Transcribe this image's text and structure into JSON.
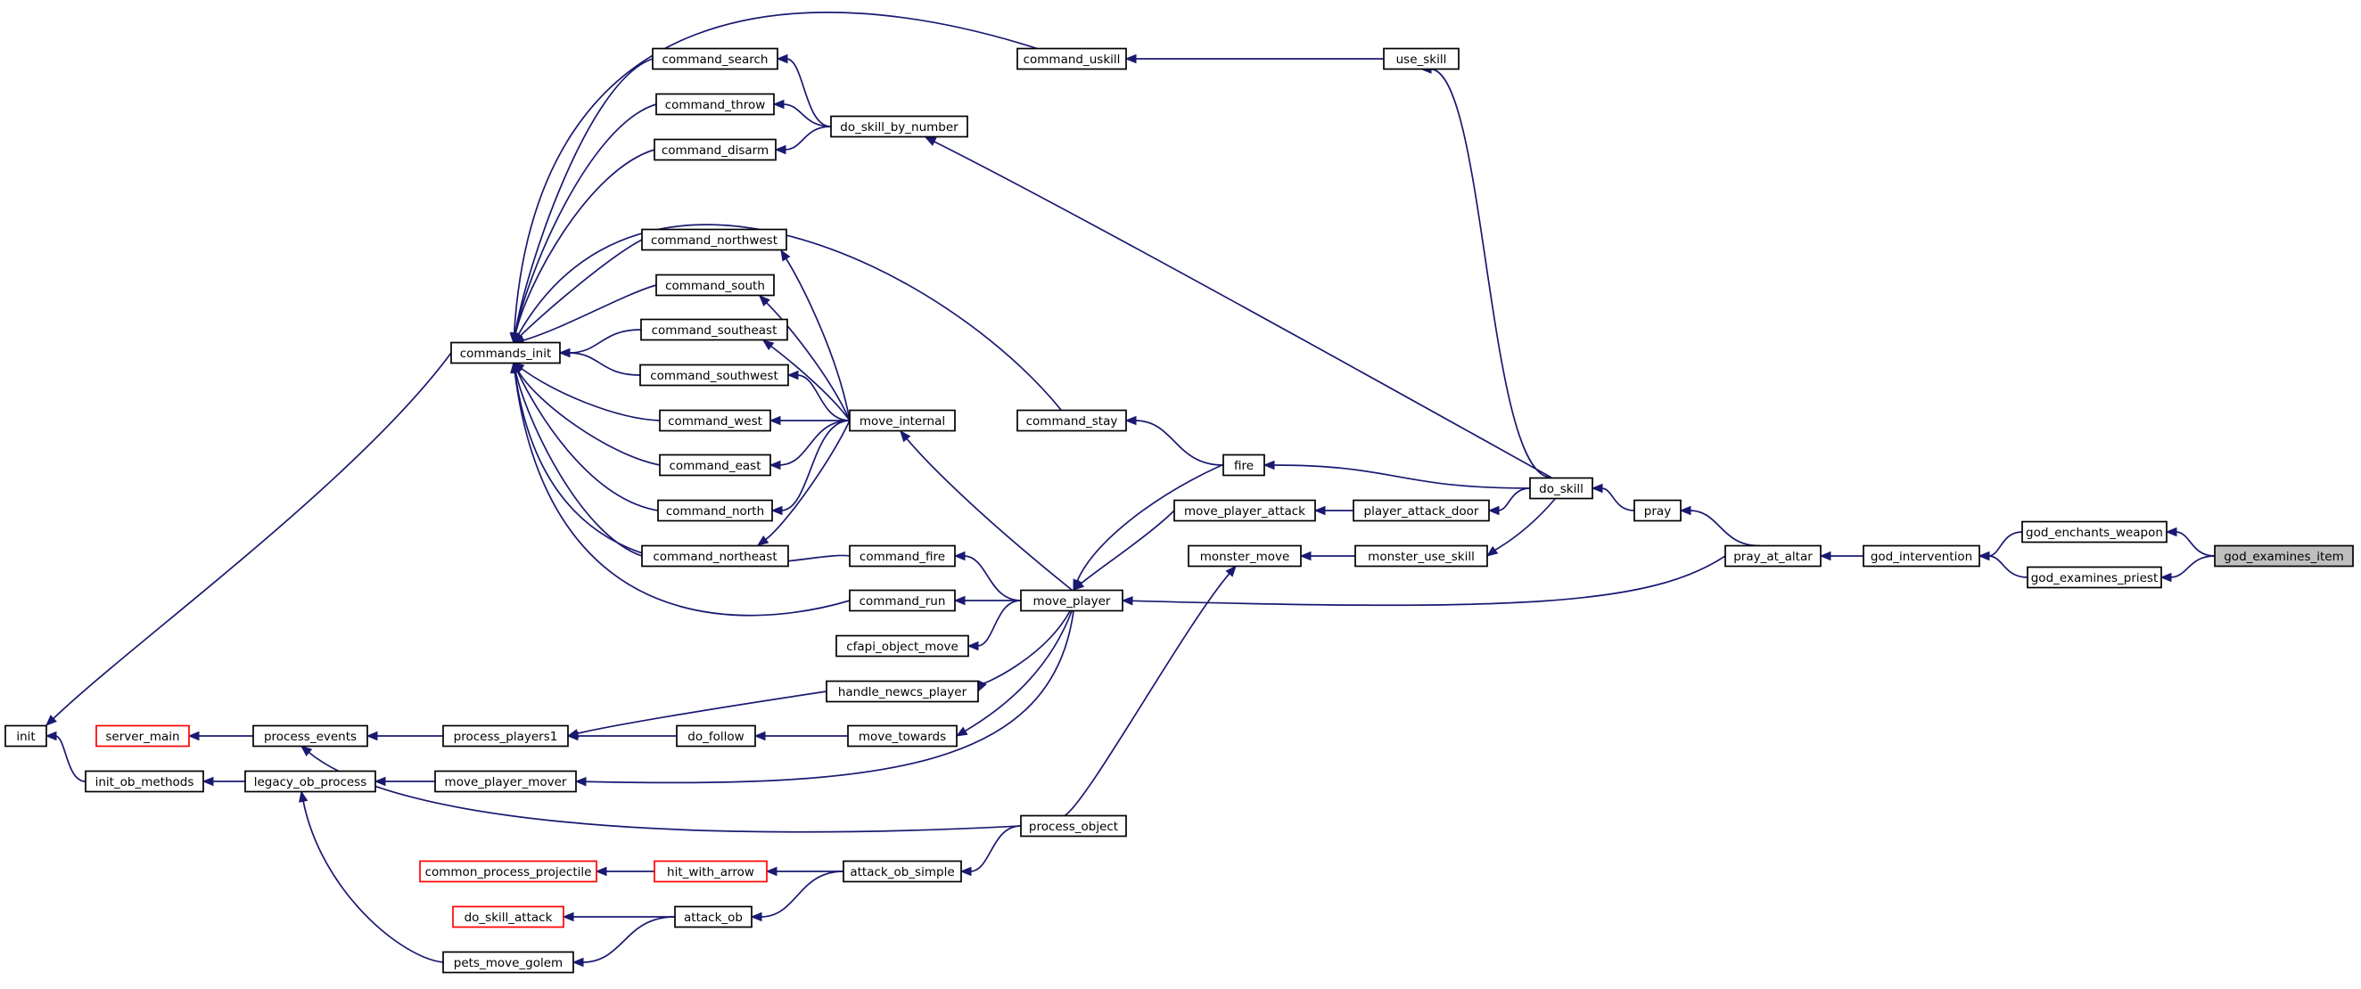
{
  "nodes": {
    "god_examines_item": "god_examines_item",
    "god_enchants_weapon": "god_enchants_weapon",
    "god_examines_priest": "god_examines_priest",
    "god_intervention": "god_intervention",
    "pray_at_altar": "pray_at_altar",
    "pray": "pray",
    "do_skill": "do_skill",
    "use_skill": "use_skill",
    "command_uskill": "command_uskill",
    "do_skill_by_number": "do_skill_by_number",
    "command_search": "command_search",
    "command_throw": "command_throw",
    "command_disarm": "command_disarm",
    "commands_init": "commands_init",
    "init": "init",
    "fire": "fire",
    "command_stay": "command_stay",
    "move_player": "move_player",
    "move_internal": "move_internal",
    "command_northwest": "command_northwest",
    "command_south": "command_south",
    "command_southeast": "command_southeast",
    "command_southwest": "command_southwest",
    "command_west": "command_west",
    "command_east": "command_east",
    "command_north": "command_north",
    "command_northeast": "command_northeast",
    "command_fire": "command_fire",
    "command_run": "command_run",
    "cfapi_object_move": "cfapi_object_move",
    "handle_newcs_player": "handle_newcs_player",
    "move_towards": "move_towards",
    "do_follow": "do_follow",
    "process_players1": "process_players1",
    "process_events": "process_events",
    "server_main": "server_main",
    "move_player_mover": "move_player_mover",
    "legacy_ob_process": "legacy_ob_process",
    "init_ob_methods": "init_ob_methods",
    "player_attack_door": "player_attack_door",
    "move_player_attack": "move_player_attack",
    "monster_use_skill": "monster_use_skill",
    "monster_move": "monster_move",
    "process_object": "process_object",
    "attack_ob_simple": "attack_ob_simple",
    "hit_with_arrow": "hit_with_arrow",
    "common_process_projectile": "common_process_projectile",
    "attack_ob": "attack_ob",
    "do_skill_attack": "do_skill_attack",
    "pets_move_golem": "pets_move_golem"
  },
  "colors": {
    "edge": "#191970",
    "highlight_fill": "#bfbfbf",
    "truncated_border": "#ff0000"
  }
}
